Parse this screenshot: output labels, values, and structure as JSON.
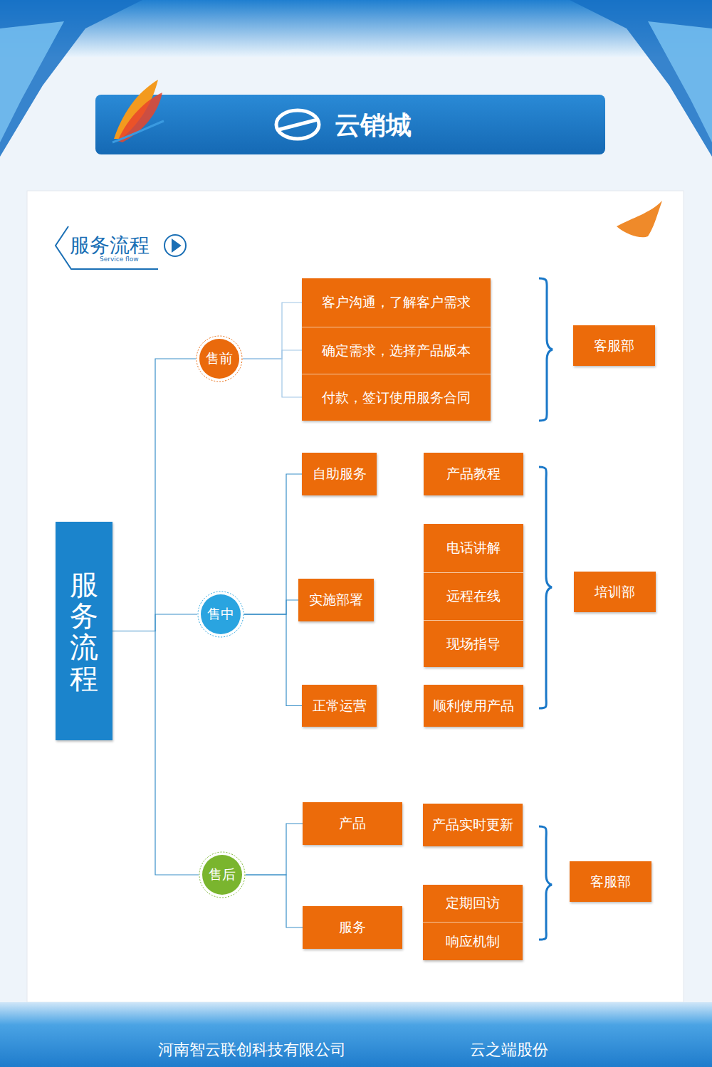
{
  "diagram": {
    "title": "云销城",
    "nodes": [
      {
        "text": [
          "服务流程"
        ]
      },
      {
        "text": [
          "售前"
        ]
      },
      {
        "text": [
          "客户沟通，了解客户需求"
        ]
      },
      {
        "text": [
          "确定需求，选择产品版本"
        ]
      },
      {
        "text": [
          "付款，签订使用服务合同"
        ]
      },
      {
        "text": [
          "客服部"
        ]
      },
      {
        "text": [
          "售中"
        ]
      },
      {
        "text": [
          "自助服务"
        ]
      },
      {
        "text": [
          "产品教程"
        ]
      },
      {
        "text": [
          "实施部署"
        ]
      },
      {
        "text": [
          "电话讲解"
        ]
      },
      {
        "text": [
          "远程在线"
        ]
      },
      {
        "text": [
          "现场指导"
        ]
      },
      {
        "text": [
          "正常运营"
        ]
      },
      {
        "text": [
          "顺利使用产品"
        ]
      },
      {
        "text": [
          "培训部"
        ]
      },
      {
        "text": [
          "售后"
        ]
      },
      {
        "text": [
          "产品"
        ]
      },
      {
        "text": [
          "产品实时更新"
        ]
      },
      {
        "text": [
          "服务"
        ]
      },
      {
        "text": [
          "定期回访"
        ]
      },
      {
        "text": [
          "响应机制"
        ]
      },
      {
        "text": [
          "客服部"
        ]
      }
    ],
    "edges": [
      {
        "from": 0,
        "to": 1,
        "arrow": "none"
      },
      {
        "from": 0,
        "to": 6,
        "arrow": "none"
      },
      {
        "from": 0,
        "to": 16,
        "arrow": "none"
      },
      {
        "from": 1,
        "to": 2,
        "arrow": "none"
      },
      {
        "from": 1,
        "to": 3,
        "arrow": "none"
      },
      {
        "from": 1,
        "to": 4,
        "arrow": "none"
      },
      {
        "from": 6,
        "to": 7,
        "arrow": "none"
      },
      {
        "from": 6,
        "to": 9,
        "arrow": "none"
      },
      {
        "from": 6,
        "to": 13,
        "arrow": "none"
      },
      {
        "from": 16,
        "to": 17,
        "arrow": "none"
      },
      {
        "from": 16,
        "to": 19,
        "arrow": "none"
      }
    ],
    "labels": [
      "服务流程",
      "Service flow",
      "河南智云联创科技有限公司",
      "云之端股份"
    ]
  }
}
